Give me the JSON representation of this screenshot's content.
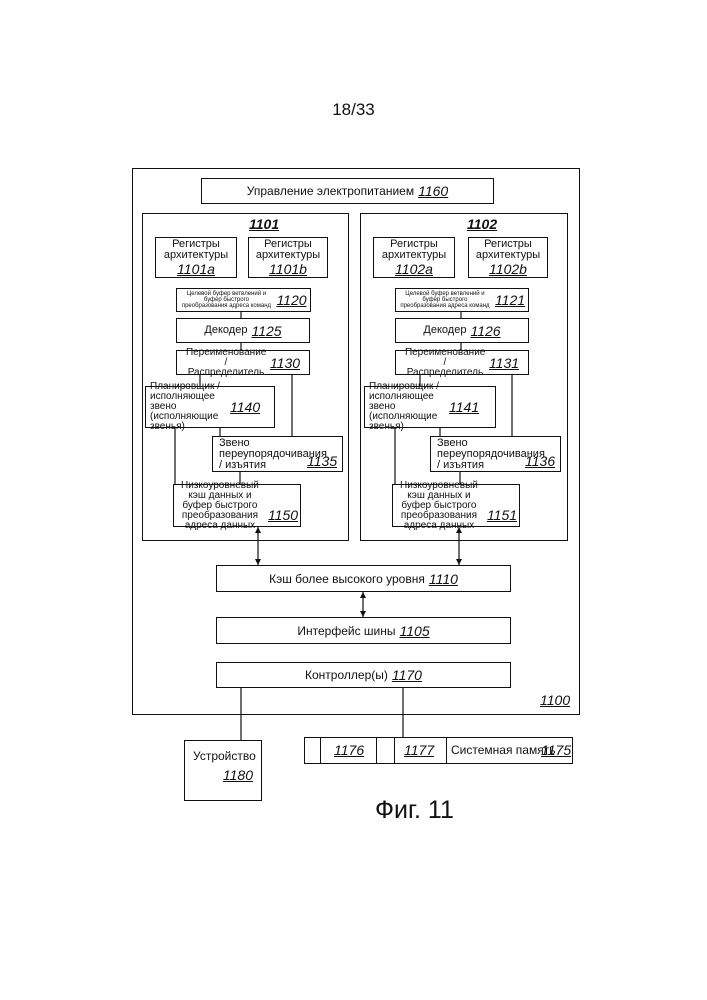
{
  "page_number": "18/33",
  "figure_caption": "Фиг. 11",
  "system": {
    "id": "1100",
    "power": {
      "label": "Управление электропитанием",
      "id": "1160"
    },
    "core_a": {
      "id": "1101",
      "reg1": {
        "label": "Регистры архитектуры",
        "id": "1101a"
      },
      "reg2": {
        "label": "Регистры архитектуры",
        "id": "1101b"
      },
      "btb": {
        "label": "Целевой буфер ветвлений и буфер быстрого преобразования адреса команд",
        "id": "1120"
      },
      "decoder": {
        "label": "Декодер",
        "id": "1125"
      },
      "rename": {
        "label": "Переименование / Распределитель",
        "id": "1130"
      },
      "sched": {
        "label": "Планировщик / исполняющее звено (исполняющие звенья)",
        "id": "1140"
      },
      "reorder": {
        "label": "Звено переупорядочивания / изъятия",
        "id": "1135"
      },
      "cache": {
        "label": "Низкоуровневый кэш данных и буфер быстрого преобразования адреса данных",
        "id": "1150"
      }
    },
    "core_b": {
      "id": "1102",
      "reg1": {
        "label": "Регистры архитектуры",
        "id": "1102a"
      },
      "reg2": {
        "label": "Регистры архитектуры",
        "id": "1102b"
      },
      "btb": {
        "label": "Целевой буфер ветвлений и буфер быстрого преобразования адреса команд",
        "id": "1121"
      },
      "decoder": {
        "label": "Декодер",
        "id": "1126"
      },
      "rename": {
        "label": "Переименование / Распределитель",
        "id": "1131"
      },
      "sched": {
        "label": "Планировщик / исполняющее звено (исполняющие звенья)",
        "id": "1141"
      },
      "reorder": {
        "label": "Звено переупорядочивания / изъятия",
        "id": "1136"
      },
      "cache": {
        "label": "Низкоуровневый кэш данных и буфер быстрого преобразования адреса данных",
        "id": "1151"
      }
    },
    "higher_cache": {
      "label": "Кэш более высокого уровня",
      "id": "1110"
    },
    "bus": {
      "label": "Интерфейс шины",
      "id": "1105"
    },
    "controller": {
      "label": "Контроллер(ы)",
      "id": "1170"
    }
  },
  "device": {
    "label": "Устройство",
    "id": "1180"
  },
  "memory": {
    "label": "Системная память",
    "id": "1175",
    "cell1": "1176",
    "cell2": "1177"
  }
}
